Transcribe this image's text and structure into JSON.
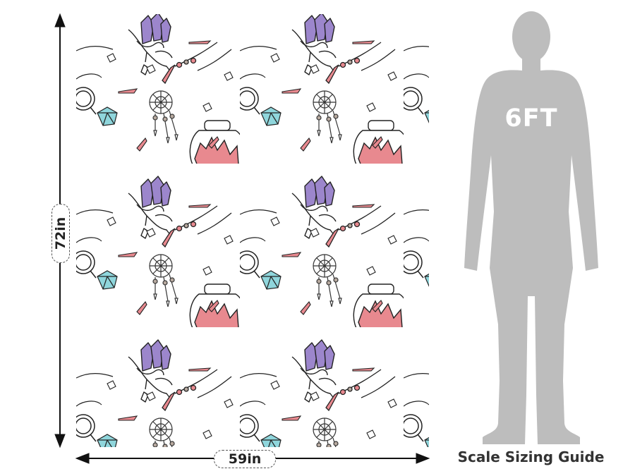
{
  "dimensions": {
    "height_label": "72in",
    "width_label": "59in"
  },
  "figure": {
    "height_label": "6FT"
  },
  "caption": "Scale Sizing Guide",
  "colors": {
    "crystal_pink": "#e8898f",
    "crystal_purple": "#9c86cc",
    "gem_blue": "#8fd6dc",
    "line": "#222222",
    "bead_brown": "#b7a99f",
    "silhouette": "#bdbdbd",
    "arrow": "#111111"
  },
  "icons": [
    "crystal-hand-icon",
    "crystal-jar-icon",
    "dreamcatcher-icon",
    "crystal-necklace-icon",
    "magnifier-icon",
    "gem-icon",
    "crystal-shard-icon",
    "pebble-icon"
  ]
}
